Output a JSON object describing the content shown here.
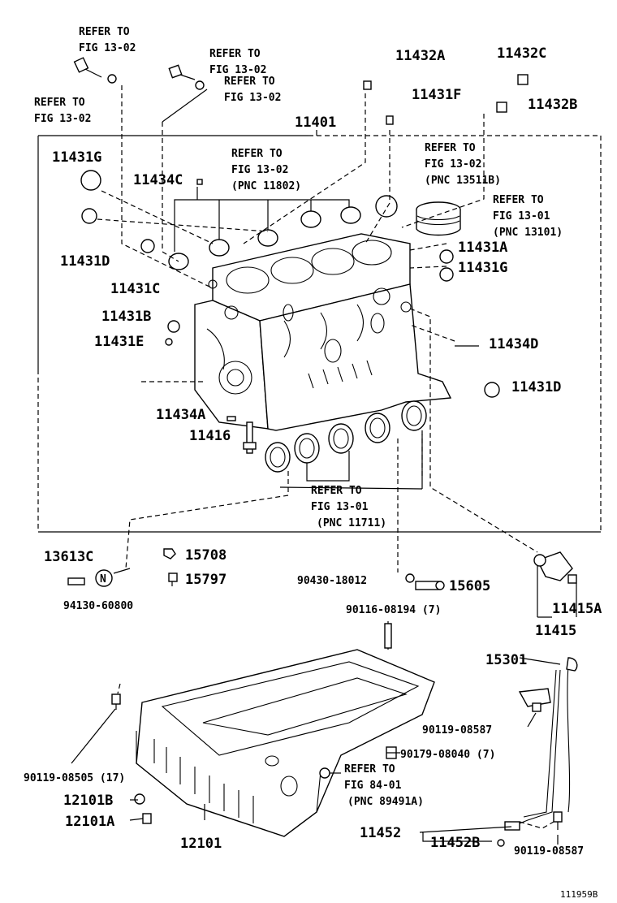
{
  "labels": {
    "p11401": "11401",
    "p11432A": "11432A",
    "p11432C": "11432C",
    "p11431F": "11431F",
    "p11432B": "11432B",
    "p11431G_top": "11431G",
    "p11434C": "11434C",
    "p11431D_left": "11431D",
    "p11431C": "11431C",
    "p11431B": "11431B",
    "p11431E": "11431E",
    "p11431A": "11431A",
    "p11431G_right": "11431G",
    "p11434D": "11434D",
    "p11431D_right": "11431D",
    "p11434A": "11434A",
    "p11416": "11416",
    "p13613C": "13613C",
    "p15708": "15708",
    "p15797": "15797",
    "p94130": "94130-60800",
    "p90430": "90430-18012",
    "p15605": "15605",
    "p11415A": "11415A",
    "p11415": "11415",
    "p90116": "90116-08194 (7)",
    "p15301": "15301",
    "p90119_a": "90119-08587",
    "p90179": "90179-08040 (7)",
    "p90119_b": "90119-08505 (17)",
    "p12101B": "12101B",
    "p12101A": "12101A",
    "p12101": "12101",
    "p11452": "11452",
    "p11452B": "11452B",
    "p90119_c": "90119-08587",
    "nut_n": "N",
    "drawing_code": "111959B"
  },
  "refs": {
    "r1": [
      "REFER TO",
      "FIG 13-02"
    ],
    "r2": [
      "REFER TO",
      "FIG 13-02"
    ],
    "r3": [
      "REFER TO",
      "FIG 13-02"
    ],
    "r4": [
      "REFER TO",
      "FIG 13-02"
    ],
    "r5": [
      "REFER TO",
      "FIG 13-02",
      "(PNC 11802)"
    ],
    "r6": [
      "REFER TO",
      "FIG 13-02",
      "(PNC 13511B)"
    ],
    "r7": [
      "REFER TO",
      "FIG 13-01",
      "(PNC 13101)"
    ],
    "r8": [
      "REFER TO",
      "FIG 13-01",
      "(PNC 11711)"
    ],
    "r9": [
      "REFER TO",
      "FIG 84-01",
      "(PNC 89491A)"
    ]
  }
}
